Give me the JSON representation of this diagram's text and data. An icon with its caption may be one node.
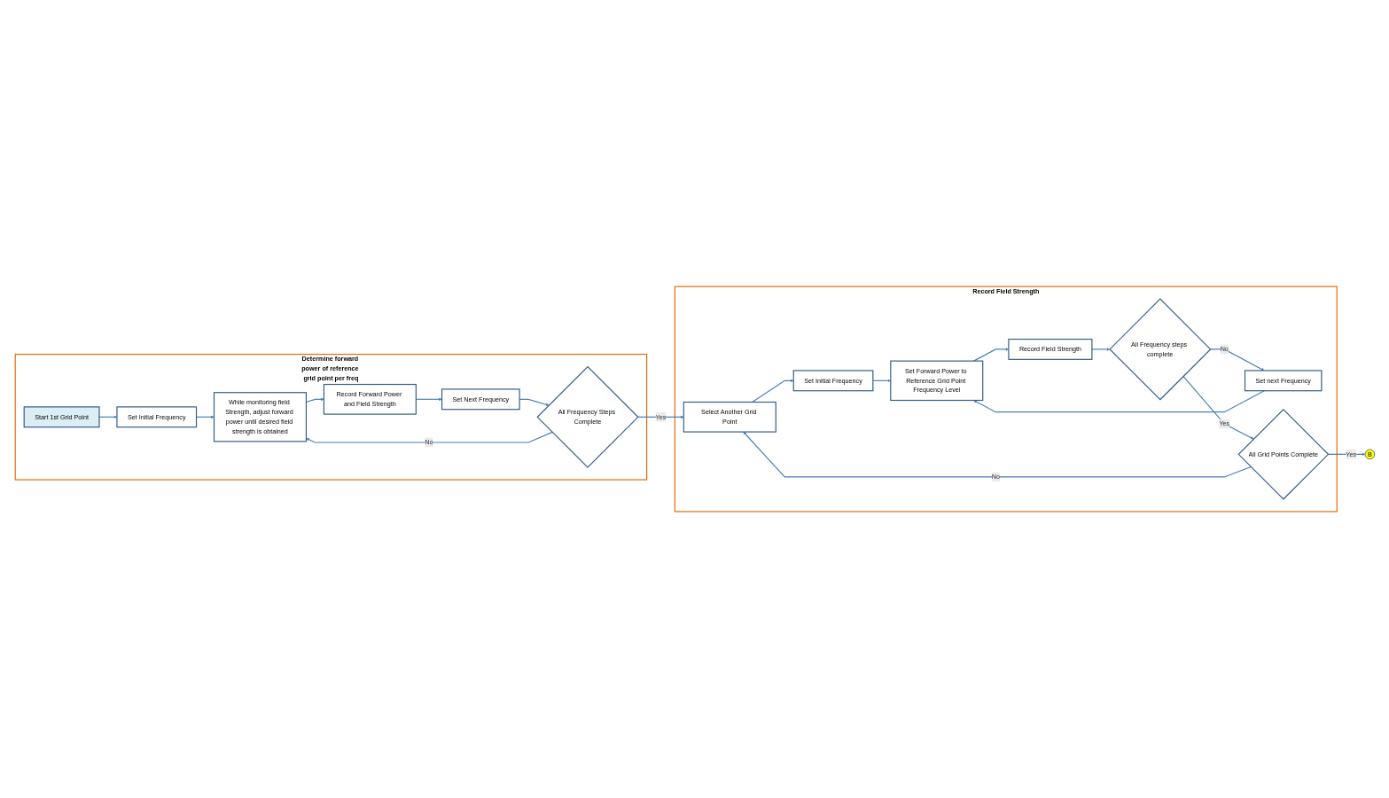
{
  "diagram": {
    "nodes": [
      {
        "text": [
          "Determine forward power of reference grid point per freq"
        ]
      },
      {
        "text": [
          "Start 1st Grid Point"
        ],
        "in": 0
      },
      {
        "text": [
          "Set Initial Frequency"
        ],
        "in": 0
      },
      {
        "text": [
          "While monitoring field Strength, adjust forward power until desired field strength is obtained"
        ],
        "in": 0
      },
      {
        "text": [
          "Record Forward Power and Field Strength"
        ],
        "in": 0
      },
      {
        "text": [
          "Set Next Frequency"
        ],
        "in": 0
      },
      {
        "text": [
          "All Frequency Steps Complete"
        ],
        "in": 0
      },
      {
        "text": [
          "Record Field Strength"
        ]
      },
      {
        "text": [
          "Record Field Strength"
        ],
        "in": 7
      },
      {
        "text": [
          "All Frequency steps complete"
        ],
        "in": 7
      },
      {
        "text": [
          "Set next Frequency"
        ],
        "in": 7
      },
      {
        "text": [
          "Set Forward Power to Reference Grid Point Frequency Level"
        ],
        "in": 7
      },
      {
        "text": [
          "Set Initial Frequency"
        ],
        "in": 7
      },
      {
        "text": [
          "Select Another Grid Point"
        ],
        "in": 7
      },
      {
        "text": [
          "All Grid Points Complete"
        ],
        "in": 7
      },
      {
        "text": [
          "B"
        ]
      }
    ],
    "edges": [
      {
        "from": 1,
        "to": 2,
        "arrow": "to"
      },
      {
        "from": 2,
        "to": 3,
        "arrow": "to"
      },
      {
        "from": 3,
        "to": 4,
        "arrow": "to"
      },
      {
        "from": 4,
        "to": 5,
        "arrow": "to"
      },
      {
        "from": 5,
        "to": 6,
        "arrow": "to"
      },
      {
        "from": 6,
        "to": 3,
        "label": "No",
        "arrow": "to"
      },
      {
        "from": 6,
        "to": 13,
        "label": "Yes",
        "arrow": "to"
      },
      {
        "from": 13,
        "to": 12,
        "arrow": "to"
      },
      {
        "from": 12,
        "to": 11,
        "arrow": "to"
      },
      {
        "from": 11,
        "to": 8,
        "arrow": "to"
      },
      {
        "from": 8,
        "to": 9,
        "arrow": "to"
      },
      {
        "from": 9,
        "to": 10,
        "label": "No",
        "arrow": "to"
      },
      {
        "from": 10,
        "to": 11,
        "arrow": "to"
      },
      {
        "from": 9,
        "to": 14,
        "label": "Yes",
        "arrow": "to"
      },
      {
        "from": 14,
        "to": 13,
        "label": "No",
        "arrow": "to"
      },
      {
        "from": 14,
        "to": 15,
        "label": "Yes",
        "arrow": "to"
      }
    ]
  }
}
